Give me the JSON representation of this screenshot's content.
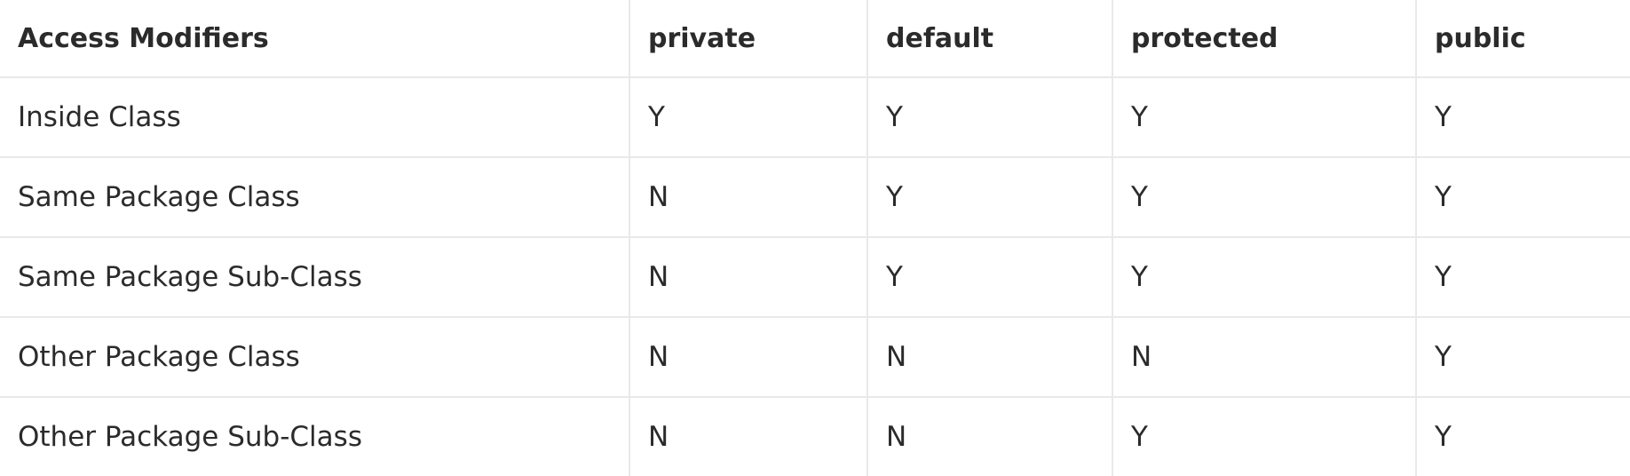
{
  "table": {
    "headers": [
      "Access Modifiers",
      "private",
      "default",
      "protected",
      "public"
    ],
    "rows": [
      [
        "Inside Class",
        "Y",
        "Y",
        "Y",
        "Y"
      ],
      [
        "Same Package Class",
        "N",
        "Y",
        "Y",
        "Y"
      ],
      [
        "Same Package Sub-Class",
        "N",
        "Y",
        "Y",
        "Y"
      ],
      [
        "Other Package Class",
        "N",
        "N",
        "N",
        "Y"
      ],
      [
        "Other Package Sub-Class",
        "N",
        "N",
        "Y",
        "Y"
      ]
    ]
  }
}
